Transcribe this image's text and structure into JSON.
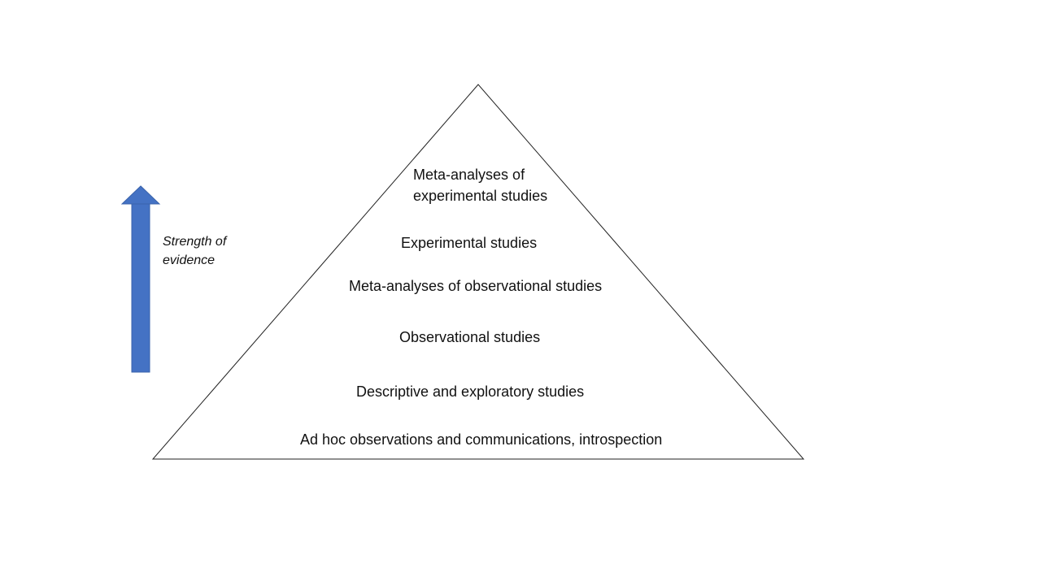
{
  "pyramid": {
    "tiers": [
      {
        "label": "Meta-analyses of\nexperimental studies"
      },
      {
        "label": "Experimental studies"
      },
      {
        "label": "Meta-analyses of observational studies"
      },
      {
        "label": "Observational studies"
      },
      {
        "label": "Descriptive and exploratory studies"
      },
      {
        "label": "Ad hoc observations and communications, introspection"
      }
    ]
  },
  "arrow": {
    "label": "Strength of\nevidence",
    "direction": "up",
    "color": "#4472C4"
  }
}
